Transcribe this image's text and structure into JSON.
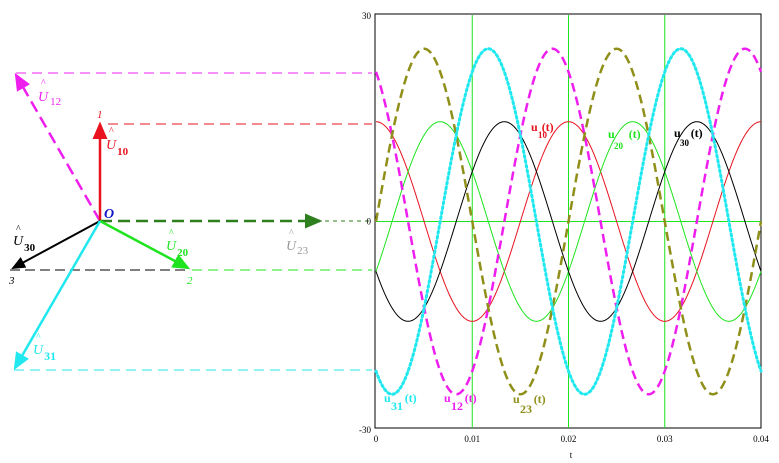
{
  "phasor_diagram": {
    "origin_label": "O",
    "point_labels": [
      "1",
      "2",
      "3"
    ],
    "phasors": [
      {
        "label": "U",
        "sub": "10",
        "color": "#e8131f",
        "style": "solid"
      },
      {
        "label": "U",
        "sub": "20",
        "color": "#1ee41e",
        "style": "solid"
      },
      {
        "label": "U",
        "sub": "30",
        "color": "#000000",
        "style": "solid"
      },
      {
        "label": "U",
        "sub": "12",
        "color": "#ee1fee",
        "style": "dashed"
      },
      {
        "label": "U",
        "sub": "23",
        "color": "#2e7f1e",
        "style": "dashed"
      },
      {
        "label": "U",
        "sub": "31",
        "color": "#20e8ee",
        "style": "solid"
      }
    ],
    "hat": "^"
  },
  "chart_data": {
    "type": "line",
    "xlabel": "t",
    "ylabel": "",
    "xlim": [
      0,
      0.04
    ],
    "ylim": [
      -30,
      30
    ],
    "x_ticks": [
      "0",
      "0.01",
      "0.02",
      "0.03",
      "0.04"
    ],
    "y_ticks": [
      "30",
      "0",
      "-30"
    ],
    "grid": true,
    "frequency_hz": 50,
    "series": [
      {
        "name": "u10(t)",
        "label_main": "u",
        "label_sub": "10",
        "label_tail": "(t)",
        "amplitude": 14.5,
        "phase_deg": 90,
        "color": "#e8131f",
        "dash": "solid",
        "width": 1
      },
      {
        "name": "u20(t)",
        "label_main": "u",
        "label_sub": "20",
        "label_tail": "(t)",
        "amplitude": 14.5,
        "phase_deg": -30,
        "color": "#1ee41e",
        "dash": "solid",
        "width": 1
      },
      {
        "name": "u30(t)",
        "label_main": "u",
        "label_sub": "30",
        "label_tail": "(t)",
        "amplitude": 14.5,
        "phase_deg": 210,
        "color": "#000000",
        "dash": "solid",
        "width": 1
      },
      {
        "name": "u12(t)",
        "label_main": "u",
        "label_sub": "12",
        "label_tail": "(t)",
        "amplitude": 25.1,
        "phase_deg": 120,
        "color": "#ee1fee",
        "dash": "dashed",
        "width": 2.5
      },
      {
        "name": "u23(t)",
        "label_main": "u",
        "label_sub": "23",
        "label_tail": "(t)",
        "amplitude": 25.1,
        "phase_deg": 0,
        "color": "#8f8f1a",
        "dash": "dashed",
        "width": 2.5
      },
      {
        "name": "u31(t)",
        "label_main": "u",
        "label_sub": "31",
        "label_tail": "(t)",
        "amplitude": 25.1,
        "phase_deg": 240,
        "color": "#20e8ee",
        "dash": "dotted",
        "width": 3
      }
    ]
  }
}
